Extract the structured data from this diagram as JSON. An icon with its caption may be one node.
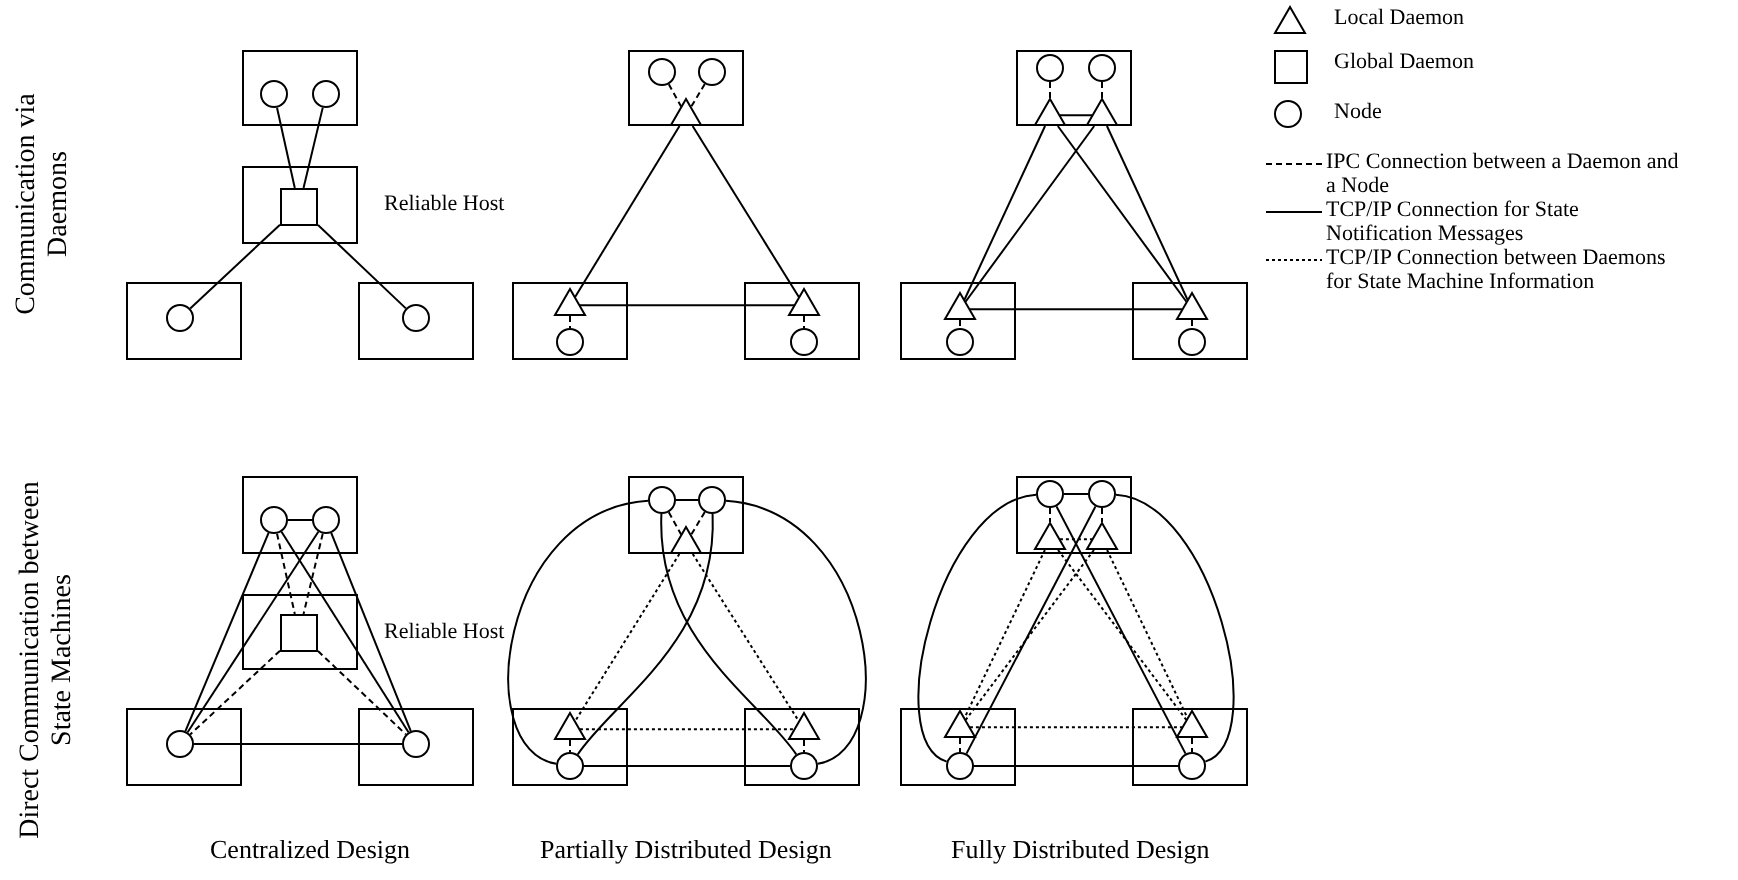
{
  "diagram": {
    "nodes": [
      {
        "text": [],
        "shape": "box"
      },
      {
        "text": [],
        "shape": "circle",
        "in": 0
      },
      {
        "text": [],
        "shape": "circle",
        "in": 0
      },
      {
        "text": [],
        "shape": "box",
        "beside": [
          "Reliable Host"
        ]
      },
      {
        "text": [],
        "shape": "box",
        "in": 3
      },
      {
        "text": [],
        "shape": "box"
      },
      {
        "text": [],
        "shape": "circle",
        "in": 5
      },
      {
        "text": [],
        "shape": "box"
      },
      {
        "text": [],
        "shape": "circle",
        "in": 7
      },
      {
        "text": [],
        "shape": "box"
      },
      {
        "text": [],
        "shape": "circle",
        "in": 9
      },
      {
        "text": [],
        "shape": "circle",
        "in": 9
      },
      {
        "text": [],
        "shape": "triangle",
        "in": 9
      },
      {
        "text": [],
        "shape": "box"
      },
      {
        "text": [],
        "shape": "triangle",
        "in": 13
      },
      {
        "text": [],
        "shape": "circle",
        "in": 13
      },
      {
        "text": [],
        "shape": "box"
      },
      {
        "text": [],
        "shape": "triangle",
        "in": 16
      },
      {
        "text": [],
        "shape": "circle",
        "in": 16
      },
      {
        "text": [],
        "shape": "box"
      },
      {
        "text": [],
        "shape": "circle",
        "in": 19
      },
      {
        "text": [],
        "shape": "circle",
        "in": 19
      },
      {
        "text": [],
        "shape": "triangle",
        "in": 19
      },
      {
        "text": [],
        "shape": "triangle",
        "in": 19
      },
      {
        "text": [],
        "shape": "box"
      },
      {
        "text": [],
        "shape": "triangle",
        "in": 24
      },
      {
        "text": [],
        "shape": "circle",
        "in": 24
      },
      {
        "text": [],
        "shape": "box"
      },
      {
        "text": [],
        "shape": "triangle",
        "in": 27
      },
      {
        "text": [],
        "shape": "circle",
        "in": 27
      },
      {
        "text": [],
        "shape": "box"
      },
      {
        "text": [],
        "shape": "circle",
        "in": 30
      },
      {
        "text": [],
        "shape": "circle",
        "in": 30
      },
      {
        "text": [],
        "shape": "box",
        "beside": [
          "Reliable Host"
        ]
      },
      {
        "text": [],
        "shape": "box",
        "in": 33
      },
      {
        "text": [],
        "shape": "box"
      },
      {
        "text": [],
        "shape": "circle",
        "in": 35
      },
      {
        "text": [],
        "shape": "box"
      },
      {
        "text": [],
        "shape": "circle",
        "in": 37
      },
      {
        "text": [],
        "shape": "box"
      },
      {
        "text": [],
        "shape": "circle",
        "in": 39
      },
      {
        "text": [],
        "shape": "circle",
        "in": 39
      },
      {
        "text": [],
        "shape": "triangle",
        "in": 39
      },
      {
        "text": [],
        "shape": "box"
      },
      {
        "text": [],
        "shape": "triangle",
        "in": 43
      },
      {
        "text": [],
        "shape": "circle",
        "in": 43
      },
      {
        "text": [],
        "shape": "box"
      },
      {
        "text": [],
        "shape": "triangle",
        "in": 46
      },
      {
        "text": [],
        "shape": "circle",
        "in": 46
      },
      {
        "text": [],
        "shape": "box"
      },
      {
        "text": [],
        "shape": "circle",
        "in": 49
      },
      {
        "text": [],
        "shape": "circle",
        "in": 49
      },
      {
        "text": [],
        "shape": "triangle",
        "in": 49
      },
      {
        "text": [],
        "shape": "triangle",
        "in": 49
      },
      {
        "text": [],
        "shape": "box"
      },
      {
        "text": [],
        "shape": "triangle",
        "in": 54
      },
      {
        "text": [],
        "shape": "circle",
        "in": 54
      },
      {
        "text": [],
        "shape": "box"
      },
      {
        "text": [],
        "shape": "triangle",
        "in": 57
      },
      {
        "text": [],
        "shape": "circle",
        "in": 57
      }
    ],
    "edges": [
      {
        "from": 1,
        "to": 4,
        "arrow": "none"
      },
      {
        "from": 2,
        "to": 4,
        "arrow": "none"
      },
      {
        "from": 4,
        "to": 6,
        "arrow": "none"
      },
      {
        "from": 4,
        "to": 8,
        "arrow": "none"
      },
      {
        "from": 10,
        "to": 12,
        "arrow": "none",
        "style": "dashed"
      },
      {
        "from": 11,
        "to": 12,
        "arrow": "none",
        "style": "dashed"
      },
      {
        "from": 12,
        "to": 14,
        "arrow": "none"
      },
      {
        "from": 12,
        "to": 17,
        "arrow": "none"
      },
      {
        "from": 14,
        "to": 17,
        "arrow": "none"
      },
      {
        "from": 14,
        "to": 15,
        "arrow": "none",
        "style": "dashed"
      },
      {
        "from": 17,
        "to": 18,
        "arrow": "none",
        "style": "dashed"
      },
      {
        "from": 20,
        "to": 22,
        "arrow": "none",
        "style": "dashed"
      },
      {
        "from": 21,
        "to": 23,
        "arrow": "none",
        "style": "dashed"
      },
      {
        "from": 22,
        "to": 23,
        "arrow": "none"
      },
      {
        "from": 22,
        "to": 25,
        "arrow": "none"
      },
      {
        "from": 22,
        "to": 28,
        "arrow": "none"
      },
      {
        "from": 23,
        "to": 25,
        "arrow": "none"
      },
      {
        "from": 23,
        "to": 28,
        "arrow": "none"
      },
      {
        "from": 25,
        "to": 28,
        "arrow": "none"
      },
      {
        "from": 25,
        "to": 26,
        "arrow": "none",
        "style": "dashed"
      },
      {
        "from": 28,
        "to": 29,
        "arrow": "none",
        "style": "dashed"
      },
      {
        "from": 31,
        "to": 32,
        "arrow": "none"
      },
      {
        "from": 31,
        "to": 36,
        "arrow": "none"
      },
      {
        "from": 31,
        "to": 38,
        "arrow": "none"
      },
      {
        "from": 32,
        "to": 36,
        "arrow": "none"
      },
      {
        "from": 32,
        "to": 38,
        "arrow": "none"
      },
      {
        "from": 36,
        "to": 38,
        "arrow": "none"
      },
      {
        "from": 31,
        "to": 34,
        "arrow": "none",
        "style": "dashed"
      },
      {
        "from": 32,
        "to": 34,
        "arrow": "none",
        "style": "dashed"
      },
      {
        "from": 34,
        "to": 36,
        "arrow": "none",
        "style": "dashed"
      },
      {
        "from": 34,
        "to": 38,
        "arrow": "none",
        "style": "dashed"
      },
      {
        "from": 40,
        "to": 41,
        "arrow": "none"
      },
      {
        "from": 40,
        "to": 45,
        "arrow": "none"
      },
      {
        "from": 40,
        "to": 48,
        "arrow": "none"
      },
      {
        "from": 41,
        "to": 45,
        "arrow": "none"
      },
      {
        "from": 41,
        "to": 48,
        "arrow": "none"
      },
      {
        "from": 45,
        "to": 48,
        "arrow": "none"
      },
      {
        "from": 40,
        "to": 42,
        "arrow": "none",
        "style": "dashed"
      },
      {
        "from": 41,
        "to": 42,
        "arrow": "none",
        "style": "dashed"
      },
      {
        "from": 44,
        "to": 45,
        "arrow": "none",
        "style": "dashed"
      },
      {
        "from": 47,
        "to": 48,
        "arrow": "none",
        "style": "dashed"
      },
      {
        "from": 42,
        "to": 44,
        "arrow": "none",
        "style": "dashed"
      },
      {
        "from": 42,
        "to": 47,
        "arrow": "none",
        "style": "dashed"
      },
      {
        "from": 44,
        "to": 47,
        "arrow": "none",
        "style": "dashed"
      },
      {
        "from": 50,
        "to": 51,
        "arrow": "none"
      },
      {
        "from": 50,
        "to": 56,
        "arrow": "none"
      },
      {
        "from": 50,
        "to": 59,
        "arrow": "none"
      },
      {
        "from": 51,
        "to": 56,
        "arrow": "none"
      },
      {
        "from": 51,
        "to": 59,
        "arrow": "none"
      },
      {
        "from": 56,
        "to": 59,
        "arrow": "none"
      },
      {
        "from": 50,
        "to": 52,
        "arrow": "none",
        "style": "dashed"
      },
      {
        "from": 51,
        "to": 53,
        "arrow": "none",
        "style": "dashed"
      },
      {
        "from": 55,
        "to": 56,
        "arrow": "none",
        "style": "dashed"
      },
      {
        "from": 58,
        "to": 59,
        "arrow": "none",
        "style": "dashed"
      },
      {
        "from": 52,
        "to": 53,
        "arrow": "none",
        "style": "dashed"
      },
      {
        "from": 52,
        "to": 55,
        "arrow": "none",
        "style": "dashed"
      },
      {
        "from": 52,
        "to": 58,
        "arrow": "none",
        "style": "dashed"
      },
      {
        "from": 53,
        "to": 55,
        "arrow": "none",
        "style": "dashed"
      },
      {
        "from": 53,
        "to": 58,
        "arrow": "none",
        "style": "dashed"
      },
      {
        "from": 55,
        "to": 58,
        "arrow": "none",
        "style": "dashed"
      }
    ],
    "labels": [
      "Communication via Daemons",
      "Direct Communication between State Machines",
      "Centralized Design",
      "Partially Distributed Design",
      "Fully Distributed Design"
    ],
    "legend": [
      {
        "text": "Local Daemon"
      },
      {
        "text": "Global Daemon"
      },
      {
        "text": "Node"
      },
      {
        "text": "IPC Connection between a Daemon and a Node"
      },
      {
        "text": "TCP/IP Connection for State Notification Messages"
      },
      {
        "text": "TCP/IP Connection between Daemons for State Machine Information"
      }
    ]
  }
}
